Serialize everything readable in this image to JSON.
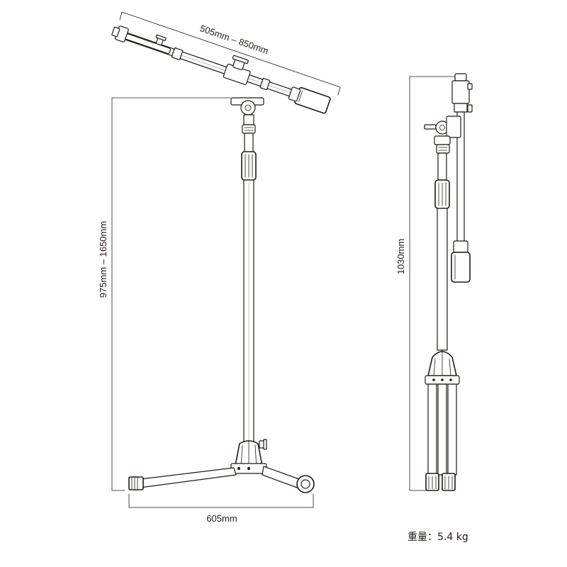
{
  "dimensions": {
    "boom_length": "505mm – 850mm",
    "stand_height": "975mm – 1650mm",
    "leg_span": "605mm",
    "folded_height": "1030mm"
  },
  "weight": {
    "label": "重量：5.4 kg"
  }
}
